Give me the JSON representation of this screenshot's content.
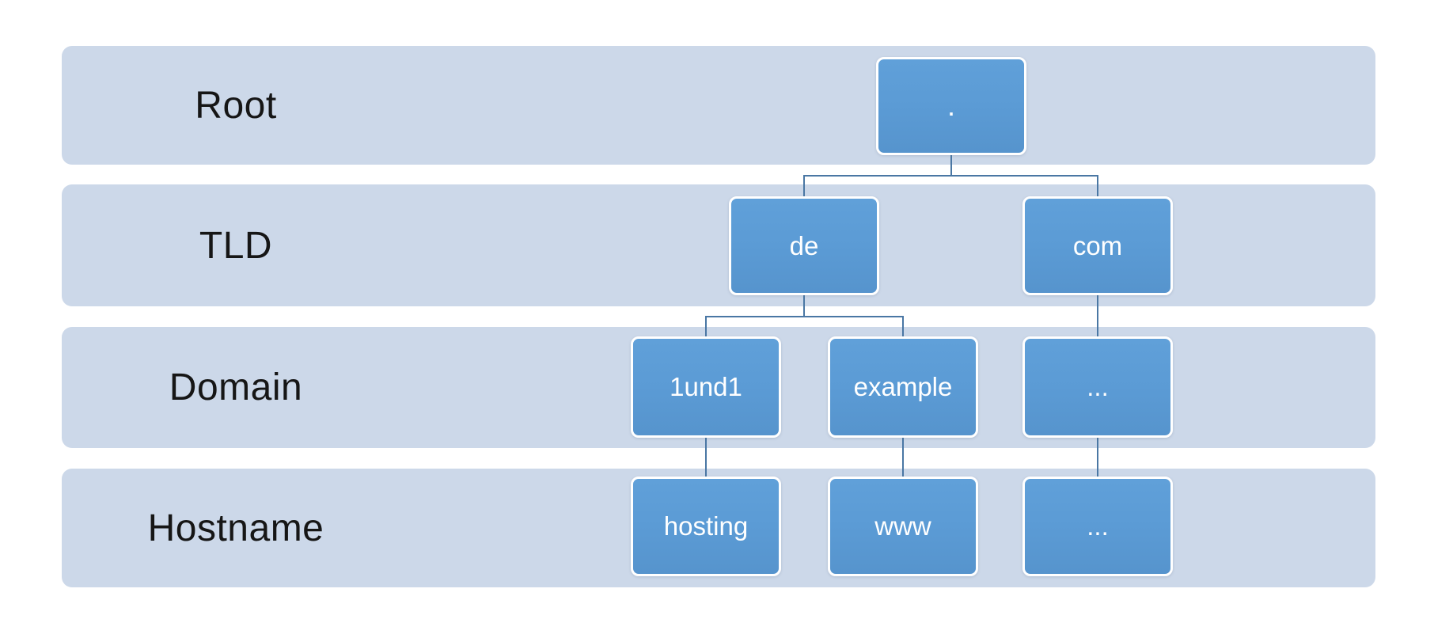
{
  "diagram": {
    "type": "hierarchy",
    "description": "DNS name hierarchy",
    "rows": [
      {
        "label": "Root",
        "nodes": [
          {
            "id": "root",
            "label": "."
          }
        ]
      },
      {
        "label": "TLD",
        "nodes": [
          {
            "id": "de",
            "label": "de"
          },
          {
            "id": "com",
            "label": "com"
          }
        ]
      },
      {
        "label": "Domain",
        "nodes": [
          {
            "id": "1und1",
            "label": "1und1"
          },
          {
            "id": "example",
            "label": "example"
          },
          {
            "id": "domain-ellipsis",
            "label": "..."
          }
        ]
      },
      {
        "label": "Hostname",
        "nodes": [
          {
            "id": "hosting",
            "label": "hosting"
          },
          {
            "id": "www",
            "label": "www"
          },
          {
            "id": "hostname-ellipsis",
            "label": "..."
          }
        ]
      }
    ],
    "edges": [
      {
        "from": "root",
        "to": "de"
      },
      {
        "from": "root",
        "to": "com"
      },
      {
        "from": "de",
        "to": "1und1"
      },
      {
        "from": "de",
        "to": "example"
      },
      {
        "from": "com",
        "to": "domain-ellipsis"
      },
      {
        "from": "1und1",
        "to": "hosting"
      },
      {
        "from": "example",
        "to": "www"
      },
      {
        "from": "domain-ellipsis",
        "to": "hostname-ellipsis"
      }
    ],
    "colors": {
      "page_background": "#ffffff",
      "row_background": "#ccd8e9",
      "node_fill": "#5b9bd5",
      "node_border": "#ffffff",
      "node_text": "#ffffff",
      "connector": "#4a77a4",
      "label_text": "#161616"
    }
  }
}
